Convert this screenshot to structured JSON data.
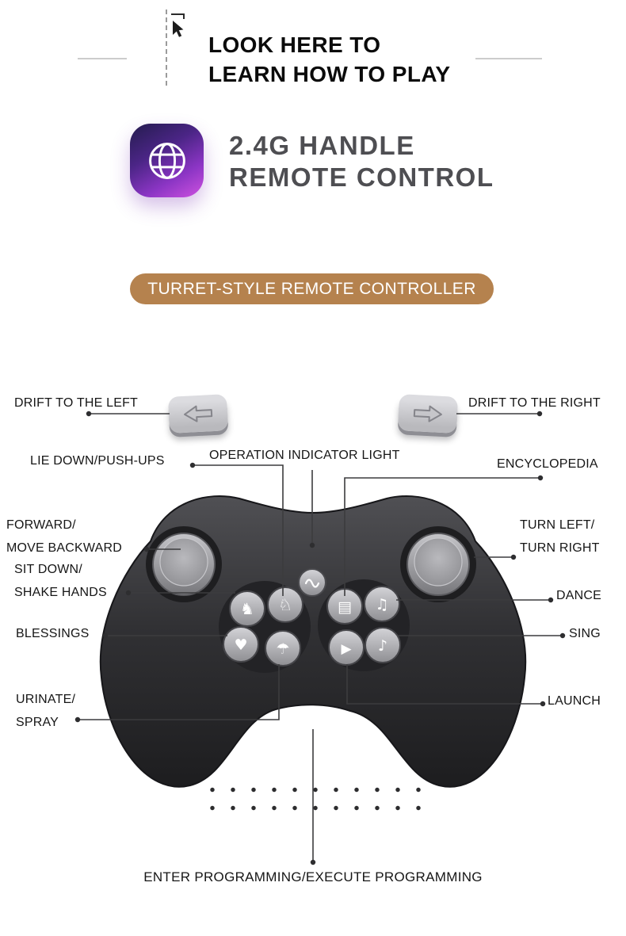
{
  "header": {
    "line1": "LOOK HERE TO",
    "line2": "LEARN HOW TO PLAY"
  },
  "product": {
    "title_line1": "2.4G HANDLE",
    "title_line2": "REMOTE CONTROL",
    "badge": "TURRET-STYLE REMOTE CONTROLLER"
  },
  "colors": {
    "badge_bg": "#b5824e",
    "app_icon_gradient_top": "#241c4e",
    "app_icon_gradient_bottom": "#cf52e0",
    "controller_body": "#29292c",
    "label_text": "#161616",
    "leader_line": "#3c3c3e"
  },
  "callouts": {
    "drift_left": "DRIFT TO THE LEFT",
    "drift_right": "DRIFT TO THE RIGHT",
    "lie_down": "LIE DOWN/PUSH-UPS",
    "indicator": "OPERATION INDICATOR LIGHT",
    "encyclopedia": "ENCYCLOPEDIA",
    "forward": [
      "FORWARD/",
      "MOVE BACKWARD"
    ],
    "turn": [
      "TURN LEFT/",
      "TURN RIGHT"
    ],
    "sit": [
      "SIT DOWN/",
      "SHAKE HANDS"
    ],
    "dance": "DANCE",
    "blessings": "BLESSINGS",
    "sing": "SING",
    "urinate": [
      "URINATE/",
      "SPRAY"
    ],
    "launch": "LAUNCH",
    "programming": "ENTER PROGRAMMING/EXECUTE PROGRAMMING"
  },
  "controller": {
    "button_glyphs": {
      "sit": "♞",
      "lie": "♘",
      "blessings": "♥",
      "urinate": "☂",
      "encyclopedia": "▤",
      "dance": "♫",
      "sing": "♪",
      "launch": "▶"
    }
  }
}
